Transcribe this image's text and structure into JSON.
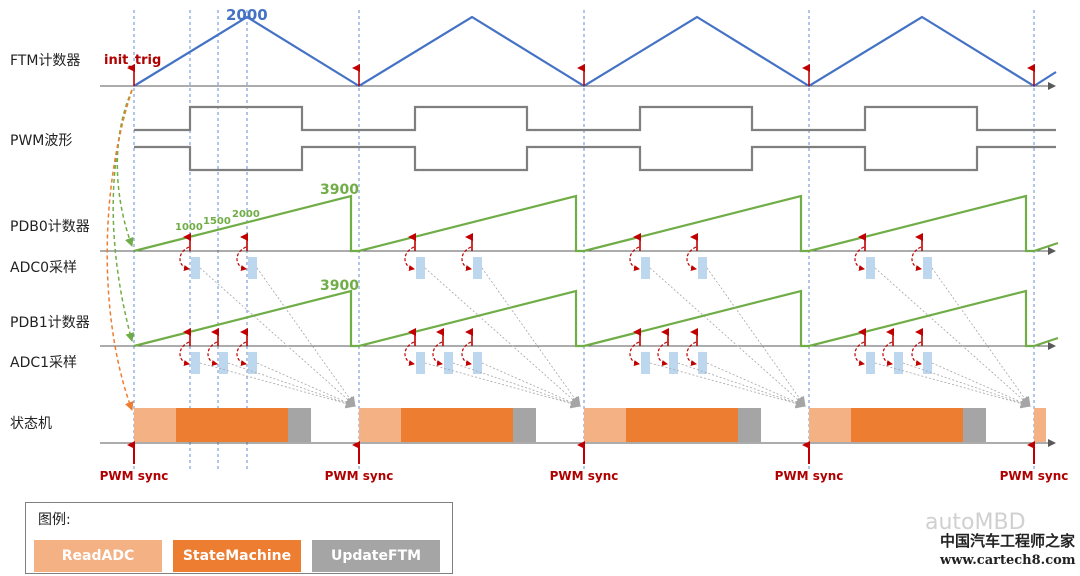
{
  "rows": {
    "ftm": "FTM计数器",
    "pwm": "PWM波形",
    "pdb0": "PDB0计数器",
    "adc0": "ADC0采样",
    "pdb1": "PDB1计数器",
    "adc1": "ADC1采样",
    "state": "状态机"
  },
  "labels": {
    "init_trig": "init_trig",
    "ftm_peak": "2000",
    "pdb0_max": "3900",
    "pdb1_max": "3900",
    "tick1": "1000",
    "tick2": "1500",
    "tick3": "2000",
    "pwm_sync": "PWM sync"
  },
  "legend": {
    "title": "图例:",
    "items": [
      {
        "label": "ReadADC",
        "color": "#f4b183"
      },
      {
        "label": "StateMachine",
        "color": "#ed7d31"
      },
      {
        "label": "UpdateFTM",
        "color": "#a5a5a5"
      }
    ]
  },
  "watermark": {
    "brand": "autoMBD",
    "site_name": "中国汽车工程师之家",
    "url": "www.cartech8.com"
  },
  "colors": {
    "ftm_line": "#4472c4",
    "pwm_line": "#7f7f7f",
    "pdb_line": "#70ad47",
    "trigger": "#c00000",
    "adc_box": "#bdd7ee",
    "init_arrow_green": "#70ad47",
    "init_arrow_orange": "#ed7d31"
  }
}
